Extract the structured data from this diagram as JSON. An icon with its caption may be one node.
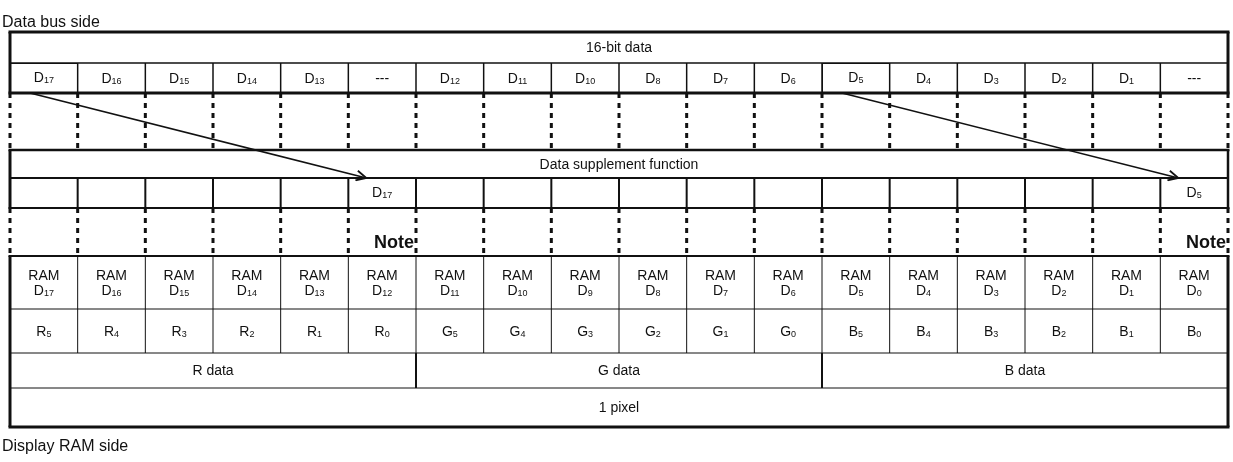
{
  "diagram": {
    "nodes": [
      {
        "text": [
          "D$_{17}$"
        ]
      },
      {
        "text": [
          "D$_{5}$"
        ]
      },
      {
        "text": [
          "D$_{17}$"
        ]
      },
      {
        "text": [
          "D$_{5}$"
        ]
      }
    ],
    "edges": [
      {
        "from": 0,
        "to": 2,
        "arrow": "to"
      },
      {
        "from": 1,
        "to": 3,
        "arrow": "to"
      }
    ],
    "labels": [
      "Data bus side",
      "16-bit data",
      "D$_{16}$",
      "D$_{15}$",
      "D$_{14}$",
      "D$_{13}$",
      "---",
      "D$_{12}$",
      "D$_{11}$",
      "D$_{10}$",
      "D$_{8}$",
      "D$_{7}$",
      "D$_{6}$",
      "D$_{4}$",
      "D$_{3}$",
      "D$_{2}$",
      "D$_{1}$",
      "---",
      "Data supplement function",
      "Note",
      "Note",
      "RAM D$_{17}$",
      "RAM D$_{16}$",
      "RAM D$_{15}$",
      "RAM D$_{14}$",
      "RAM D$_{13}$",
      "RAM D$_{12}$",
      "RAM D$_{11}$",
      "RAM D$_{10}$",
      "RAM D$_{9}$",
      "RAM D$_{8}$",
      "RAM D$_{7}$",
      "RAM D$_{6}$",
      "RAM D$_{5}$",
      "RAM D$_{4}$",
      "RAM D$_{3}$",
      "RAM D$_{2}$",
      "RAM D$_{1}$",
      "RAM D$_{0}$",
      "R$_{5}$",
      "R$_{4}$",
      "R$_{3}$",
      "R$_{2}$",
      "R$_{1}$",
      "R$_{0}$",
      "G$_{5}$",
      "G$_{4}$",
      "G$_{3}$",
      "G$_{2}$",
      "G$_{1}$",
      "G$_{0}$",
      "B$_{5}$",
      "B$_{4}$",
      "B$_{3}$",
      "B$_{2}$",
      "B$_{1}$",
      "B$_{0}$",
      "R data",
      "G data",
      "B data",
      "1 pixel",
      "Display RAM side"
    ]
  }
}
